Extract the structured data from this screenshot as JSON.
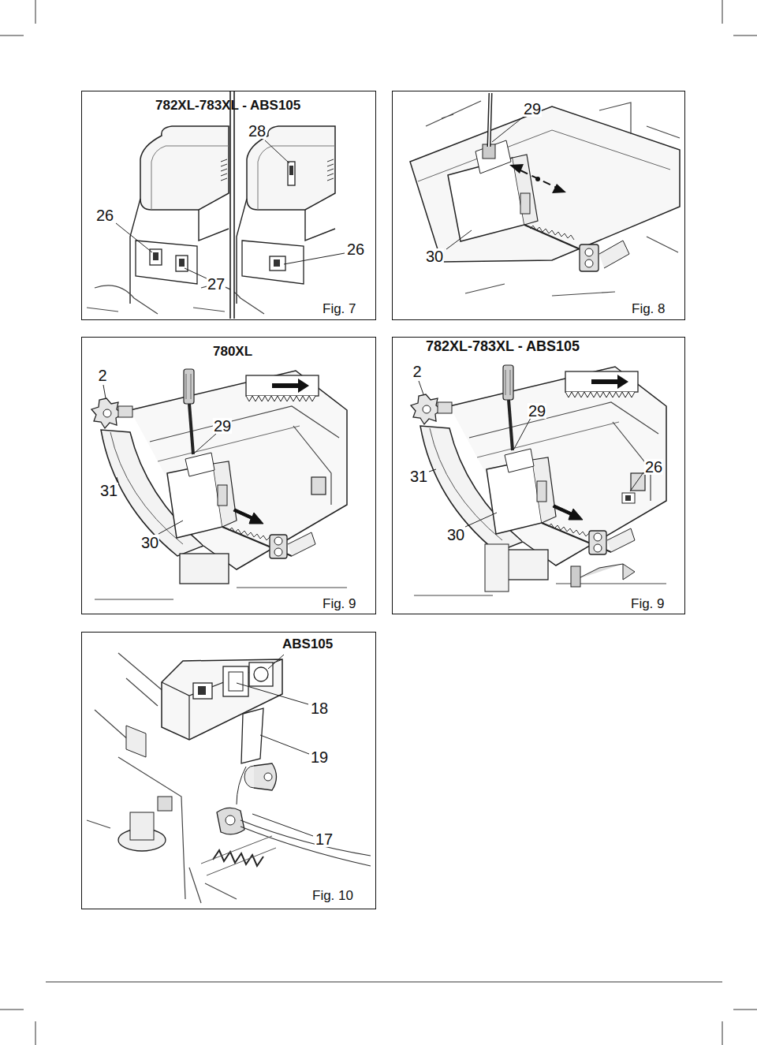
{
  "diagram": {
    "nodes": [
      {
        "text": [
          "782XL-783XL - ABS105",
          "Fig. 7"
        ]
      },
      {
        "text": [
          "Fig. 8"
        ]
      },
      {
        "text": [
          "780XL",
          "Fig. 9"
        ]
      },
      {
        "text": [
          "782XL-783XL - ABS105",
          "Fig. 9"
        ]
      },
      {
        "text": [
          "ABS105",
          "Fig. 10"
        ]
      }
    ],
    "labels": [
      "28",
      "26",
      "27",
      "26",
      "29",
      "30",
      "2",
      "29",
      "31",
      "30",
      "2",
      "29",
      "31",
      "26",
      "30",
      "18",
      "19",
      "17"
    ]
  }
}
